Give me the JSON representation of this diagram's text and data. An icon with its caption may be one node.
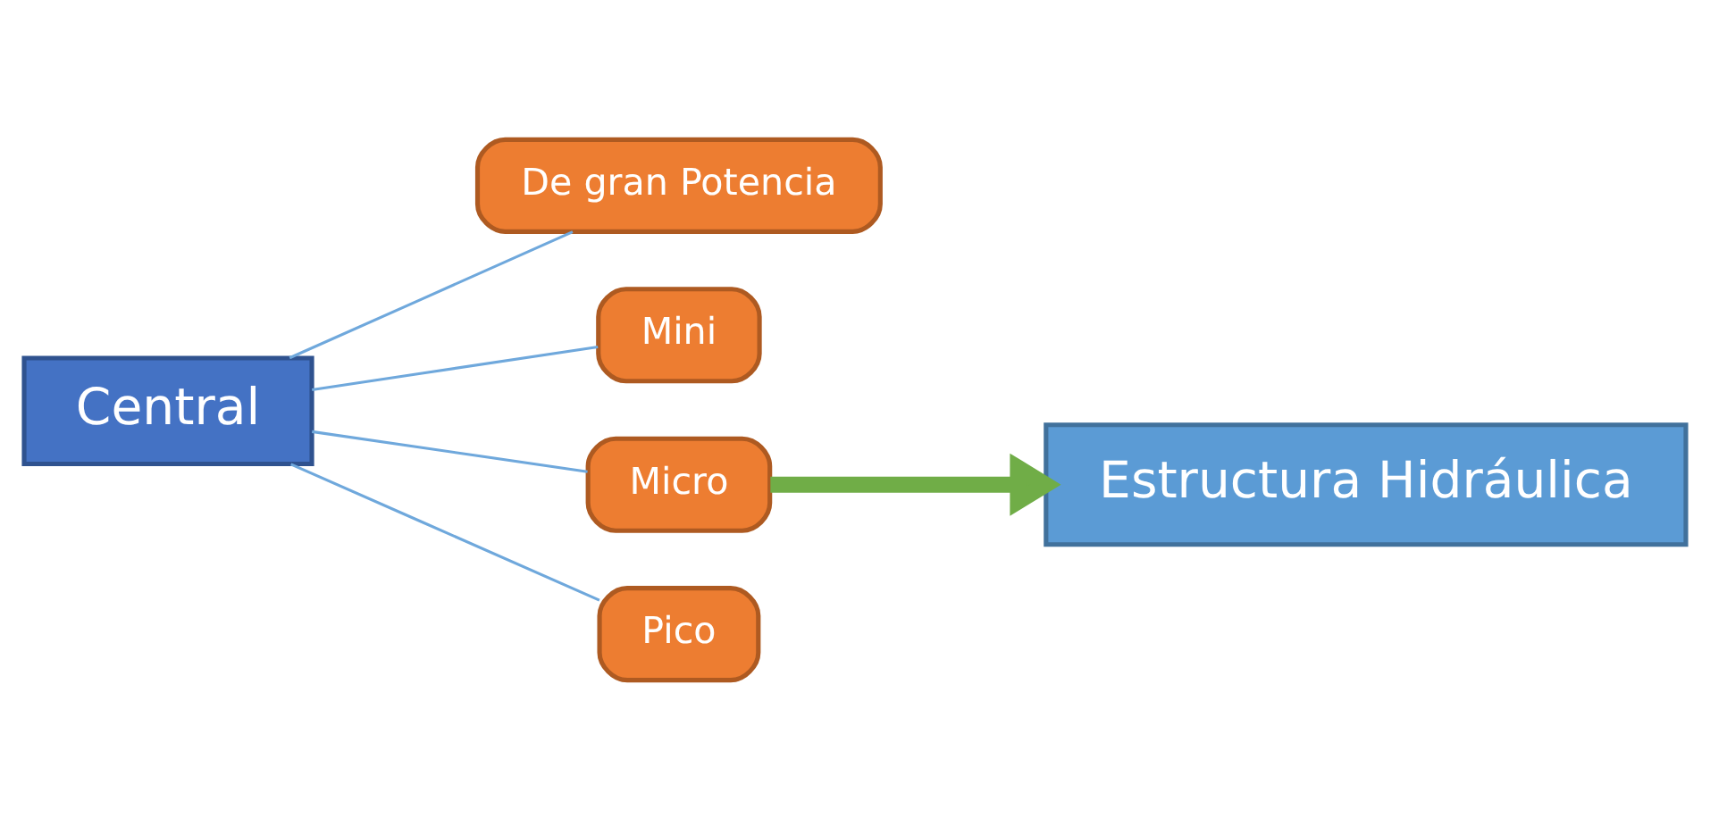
{
  "diagram": {
    "nodes": [
      {
        "text": [
          "Central"
        ]
      },
      {
        "text": [
          "De gran Potencia"
        ]
      },
      {
        "text": [
          "Mini"
        ]
      },
      {
        "text": [
          "Micro"
        ]
      },
      {
        "text": [
          "Pico"
        ]
      },
      {
        "text": [
          "Estructura Hidráulica"
        ]
      }
    ],
    "edges": [
      {
        "from": 0,
        "to": 1,
        "arrow": "none"
      },
      {
        "from": 0,
        "to": 2,
        "arrow": "none"
      },
      {
        "from": 0,
        "to": 3,
        "arrow": "none"
      },
      {
        "from": 0,
        "to": 4,
        "arrow": "none"
      },
      {
        "from": 3,
        "to": 5,
        "arrow": "to",
        "style": "thick",
        "color": "#70ad47"
      }
    ]
  }
}
